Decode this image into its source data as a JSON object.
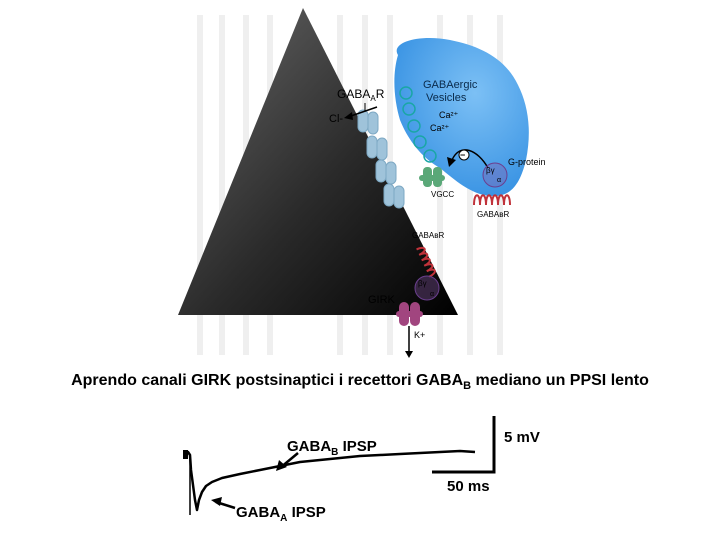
{
  "diagram": {
    "gabaa_receptor_label": "GABA",
    "gabaa_receptor_sub": "A",
    "gabaa_receptor_suffix": "R",
    "chloride_label": "Cl-",
    "vesicles_title_line1": "GABAergic",
    "vesicles_title_line2": "Vesicles",
    "calcium_label_1": "Ca²⁺",
    "calcium_label_2": "Ca²⁺",
    "g_protein_label": "G-protein",
    "vgcc_label": "VGCC",
    "presynaptic_gabab_label": "GABAвR",
    "postsynaptic_gabab_label": "GABAвR",
    "girk_label": "GIRK",
    "potassium_label": "K+",
    "beta_gamma_label_1": "βγ",
    "beta_gamma_label_2": "βγ",
    "alpha_label_1": "α",
    "alpha_label_2": "α",
    "minus_sign": "−"
  },
  "caption": {
    "before_sub": "Aprendo canali GIRK postsinaptici i recettori GABA",
    "sub": "B",
    "after_sub": " mediano un PPSI lento"
  },
  "trace": {
    "gabab_ipsp_label": "GABA",
    "gabab_ipsp_sub": "B",
    "gabab_ipsp_suffix": " IPSP",
    "gabaa_ipsp_label": "GABA",
    "gabaa_ipsp_sub": "A",
    "gabaa_ipsp_suffix": " IPSP",
    "voltage_scale_label": "5 mV",
    "time_scale_label": "50 ms"
  },
  "colors": {
    "presynaptic_terminal": "#3d9be9",
    "gabaa_receptor": "#9fc3da",
    "gabab_receptor": "#c0323a",
    "girk_channel": "#a1457f",
    "vgcc_channel": "#5aa878",
    "g_protein": "#8a5aa8"
  }
}
